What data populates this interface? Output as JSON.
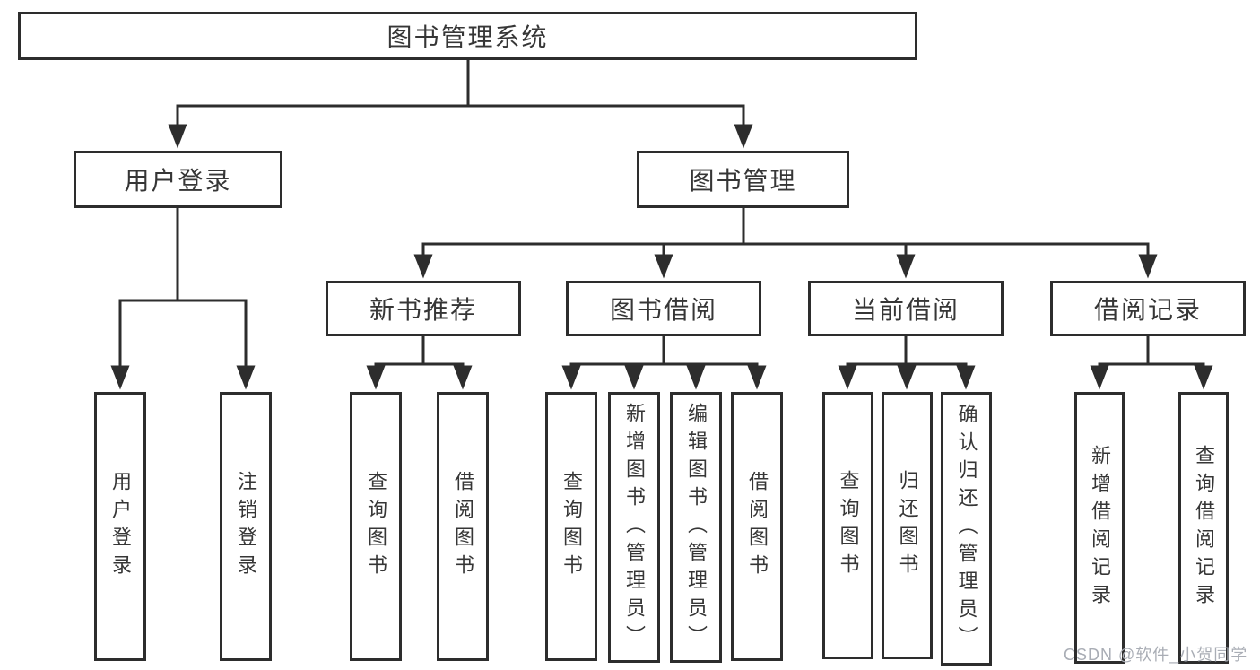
{
  "watermark": "CSDN @软件_小贺同学",
  "tree": {
    "root": "图书管理系统",
    "user_login": {
      "label": "用户登录",
      "children": {
        "login": "用户登录",
        "logout": "注销登录"
      }
    },
    "book_management": {
      "label": "图书管理",
      "sections": {
        "new_books": {
          "label": "新书推荐",
          "children": {
            "query": "查询图书",
            "borrow": "借阅图书"
          }
        },
        "borrowing": {
          "label": "图书借阅",
          "children": {
            "query": "查询图书",
            "add": "新增图书（管理员）",
            "edit": "编辑图书（管理员）",
            "borrow": "借阅图书"
          }
        },
        "current": {
          "label": "当前借阅",
          "children": {
            "query": "查询图书",
            "return": "归还图书",
            "confirm": "确认归还（管理员）"
          }
        },
        "records": {
          "label": "借阅记录",
          "children": {
            "add": "新增借阅记录",
            "query": "查询借阅记录"
          }
        }
      }
    }
  }
}
